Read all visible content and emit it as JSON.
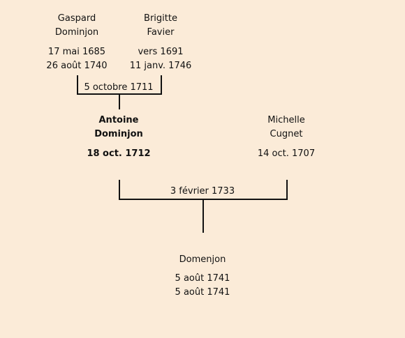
{
  "background_color": "#fbebd8",
  "line_color": "#111111",
  "grandparents": {
    "father": {
      "first_name": "Gaspard",
      "last_name": "Dominjon",
      "birth": "17 mai 1685",
      "death": "26 août 1740"
    },
    "mother": {
      "first_name": "Brigitte",
      "last_name": "Favier",
      "birth": "vers 1691",
      "death": "11 janv. 1746"
    },
    "marriage_date": "5 octobre 1711"
  },
  "parents": {
    "father": {
      "first_name": "Antoine",
      "last_name": "Dominjon",
      "birth": "18 oct. 1712"
    },
    "mother": {
      "first_name": "Michelle",
      "last_name": "Cugnet",
      "birth": "14 oct. 1707"
    },
    "marriage_date": "3 février 1733"
  },
  "child": {
    "name": "Domenjon",
    "birth": "5 août 1741",
    "death": "5 août 1741"
  }
}
